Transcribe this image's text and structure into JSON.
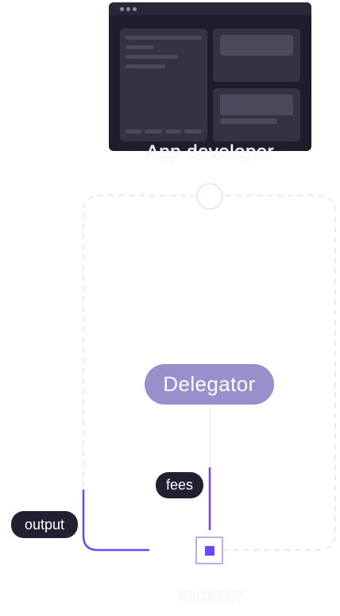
{
  "roles": {
    "app_developer": "App developer",
    "delegator": "Delegator",
    "indexer": "Indexer"
  },
  "flows": {
    "fees": "fees",
    "output": "output"
  },
  "colors": {
    "accent": "#6c47f5",
    "delegator_pill": "#9a8ecb",
    "dark_pill": "#211f30",
    "app_window": "#1f1d2b",
    "dashed_outline": "#e4e2ea"
  }
}
